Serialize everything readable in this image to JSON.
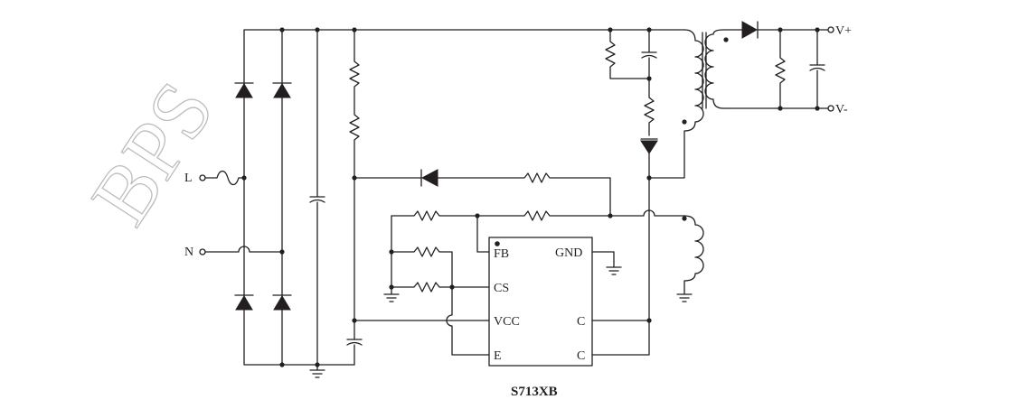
{
  "watermark": "BPS",
  "inputs": {
    "line": "L",
    "neutral": "N"
  },
  "outputs": {
    "positive": "V+",
    "negative": "V-"
  },
  "ic": {
    "part_number": "S713XB",
    "pins": {
      "fb": "FB",
      "gnd": "GND",
      "cs": "CS",
      "vcc": "VCC",
      "e": "E",
      "c1": "C",
      "c2": "C"
    }
  },
  "colors": {
    "ink": "#231f20",
    "watermark": "#bdbdbd",
    "background": "#ffffff"
  }
}
